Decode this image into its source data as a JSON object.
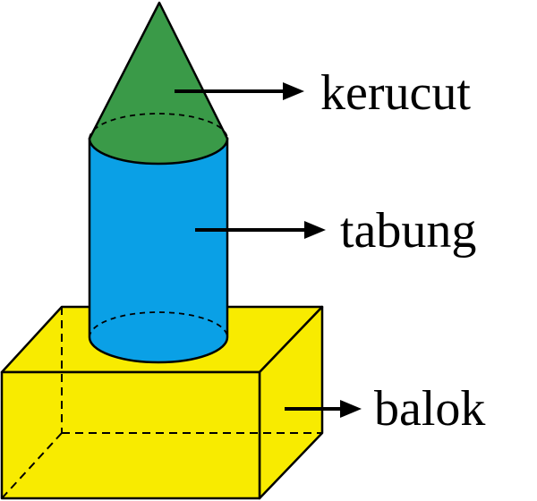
{
  "labels": {
    "cone": "kerucut",
    "cylinder": "tabung",
    "cuboid": "balok"
  },
  "colors": {
    "cone": "#3a9a48",
    "cylinder": "#0aa0e6",
    "cuboid": "#f8eb00",
    "outline": "#000000",
    "background": "#ffffff"
  }
}
